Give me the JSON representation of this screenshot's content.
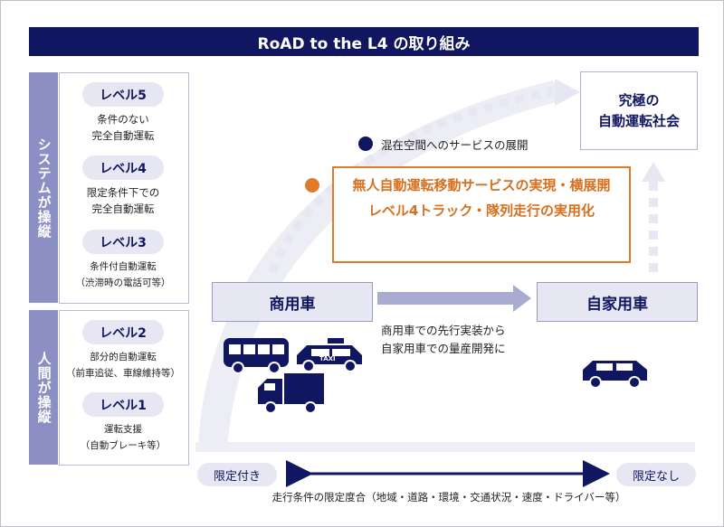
{
  "title": "RoAD to the L4 の取り組み",
  "side_tabs": {
    "system": "システムが操縦",
    "human": "人間が操縦"
  },
  "levels": [
    {
      "label": "レベル5",
      "desc": [
        "条件のない",
        "完全自動運転"
      ]
    },
    {
      "label": "レベル4",
      "desc": [
        "限定条件下での",
        "完全自動運転"
      ]
    },
    {
      "label": "レベル3",
      "desc": [
        "条件付自動運転",
        "（渋滞時の電話可等）"
      ]
    },
    {
      "label": "レベル2",
      "desc": [
        "部分的自動運転",
        "（前車追従、車線維持等）"
      ]
    },
    {
      "label": "レベル1",
      "desc": [
        "運転支援",
        "（自動ブレーキ等）"
      ]
    }
  ],
  "ultimate": [
    "究極の",
    "自動運転社会"
  ],
  "mixed_space": "混在空間へのサービスの展開",
  "orange": {
    "line1": "無人自動運転移動サービスの実現・横展開",
    "line2": "レベル4トラック・隊列走行の実用化"
  },
  "commercial": "商用車",
  "private": "自家用車",
  "transition": [
    "商用車での先行実装から",
    "自家用車での量産開発に"
  ],
  "taxi_sign": "TAXI",
  "axis": {
    "left": "限定付き",
    "right": "限定なし",
    "caption": "走行条件の限定度合（地域・道路・環境・交通状況・速度・ドライバー等）"
  },
  "colors": {
    "navy": "#101660",
    "orange": "#e07b2a",
    "lavender": "#8c8fc3",
    "light": "#e6e7f2"
  }
}
